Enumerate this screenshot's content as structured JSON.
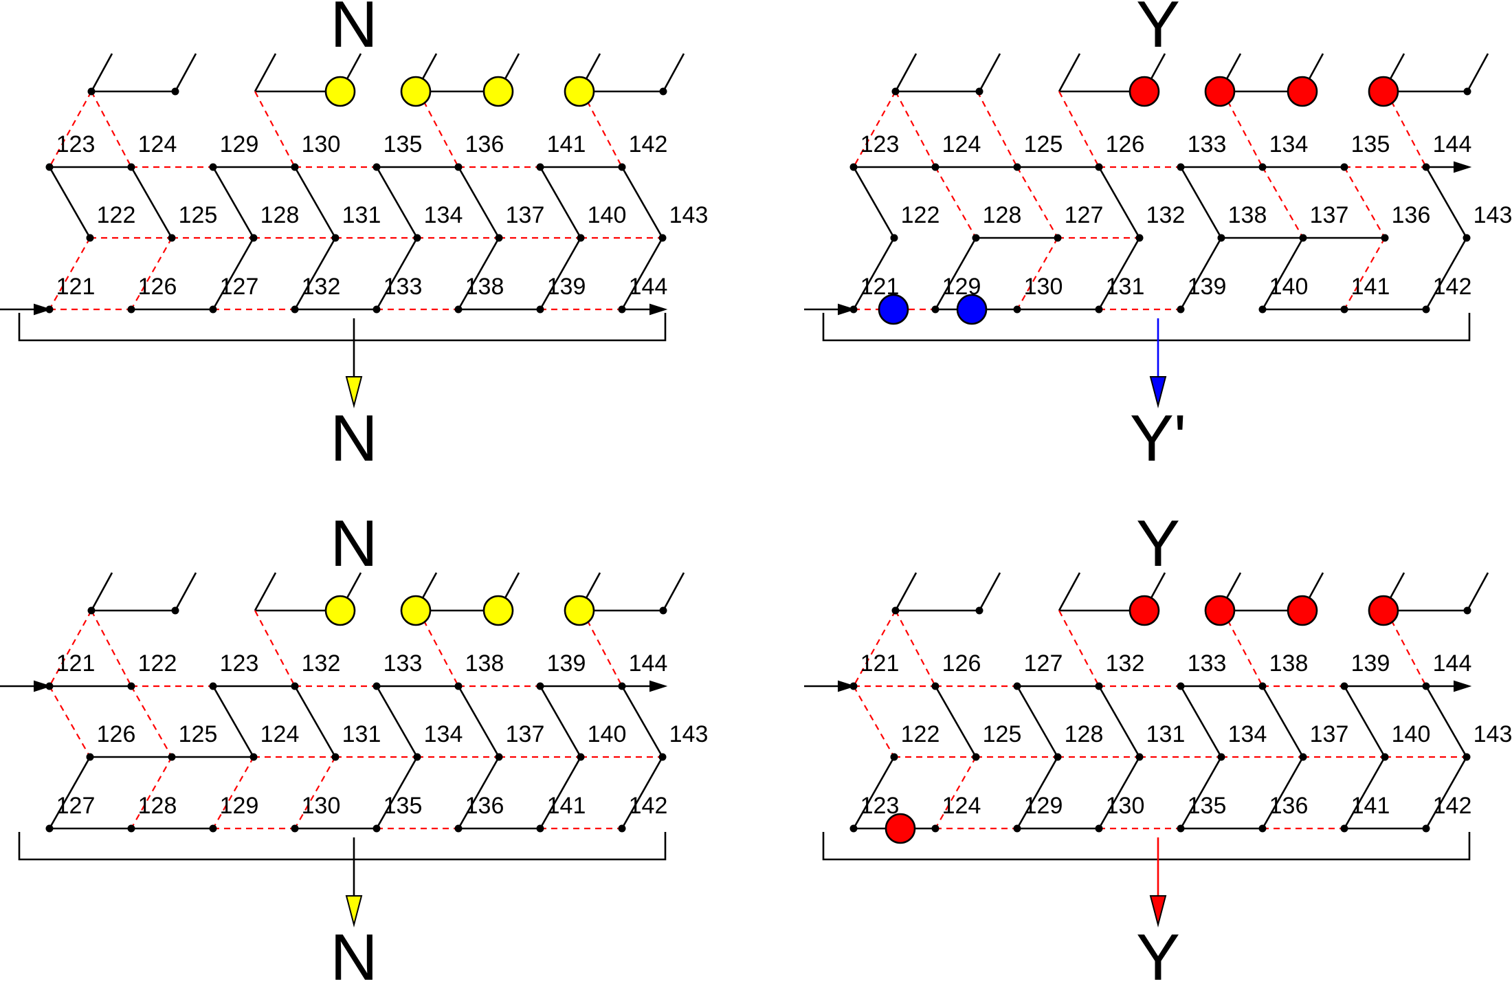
{
  "colors": {
    "edge": "#000000",
    "dashed": "#ff0000",
    "yellow": "#ffff00",
    "red": "#ff0000",
    "blue": "#0000ff"
  },
  "panels": [
    {
      "id": "top-left",
      "top_label": "N",
      "bottom_label": "N",
      "arrow_color": "yellow",
      "labels": {
        "a": [
          "123",
          "124",
          "129",
          "130",
          "135",
          "136",
          "141",
          "142"
        ],
        "b": [
          "122",
          "125",
          "128",
          "131",
          "134",
          "137",
          "140",
          "143"
        ],
        "c": [
          "121",
          "126",
          "127",
          "132",
          "133",
          "138",
          "139",
          "144"
        ]
      }
    },
    {
      "id": "top-right",
      "top_label": "Y",
      "bottom_label": "Y'",
      "arrow_color": "blue",
      "labels": {
        "a": [
          "123",
          "124",
          "125",
          "126",
          "133",
          "134",
          "135",
          "144"
        ],
        "b": [
          "122",
          "128",
          "127",
          "132",
          "138",
          "137",
          "136",
          "143"
        ],
        "c": [
          "121",
          "129",
          "130",
          "131",
          "139",
          "140",
          "141",
          "142"
        ]
      }
    },
    {
      "id": "bottom-left",
      "top_label": "N",
      "bottom_label": "N",
      "arrow_color": "yellow",
      "labels": {
        "a": [
          "121",
          "122",
          "123",
          "132",
          "133",
          "138",
          "139",
          "144"
        ],
        "b": [
          "126",
          "125",
          "124",
          "131",
          "134",
          "137",
          "140",
          "143"
        ],
        "c": [
          "127",
          "128",
          "129",
          "130",
          "135",
          "136",
          "141",
          "142"
        ]
      }
    },
    {
      "id": "bottom-right",
      "top_label": "Y",
      "bottom_label": "Y",
      "arrow_color": "red",
      "labels": {
        "a": [
          "121",
          "126",
          "127",
          "132",
          "133",
          "138",
          "139",
          "144"
        ],
        "b": [
          "122",
          "125",
          "128",
          "131",
          "134",
          "137",
          "140",
          "143"
        ],
        "c": [
          "123",
          "124",
          "129",
          "130",
          "135",
          "136",
          "141",
          "142"
        ]
      }
    }
  ]
}
